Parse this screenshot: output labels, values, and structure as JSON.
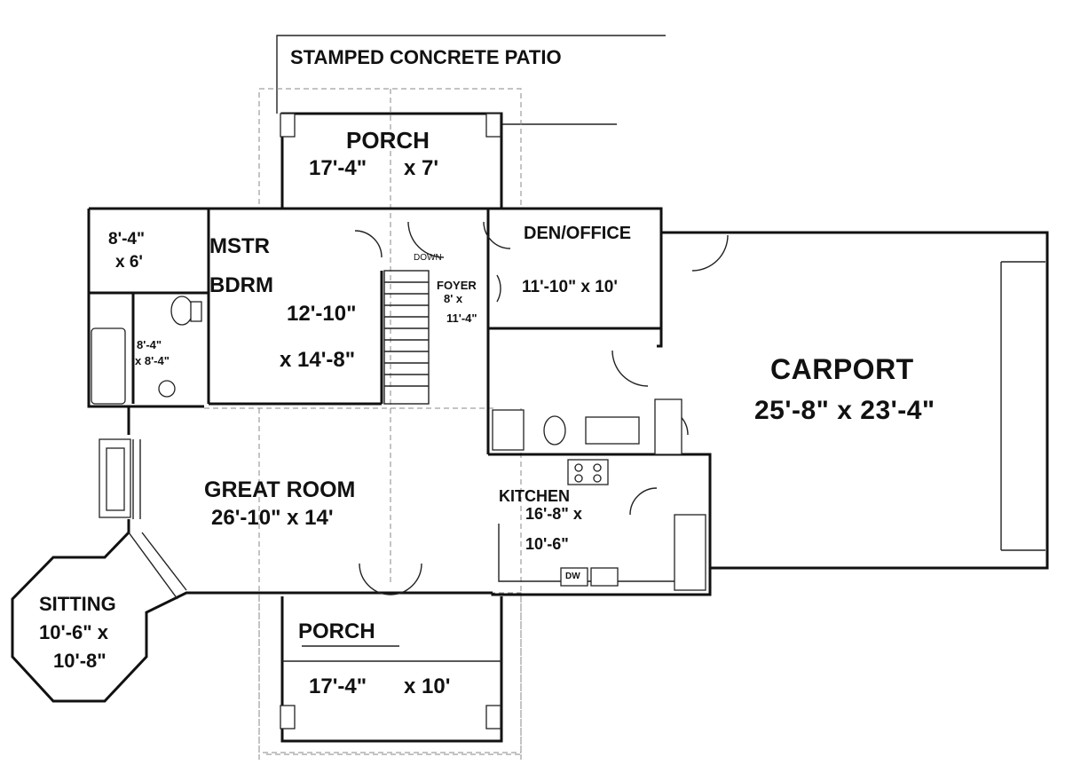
{
  "plan": {
    "patio_label": "STAMPED CONCRETE PATIO",
    "rooms": {
      "porch_top": {
        "name": "PORCH",
        "w": "17'-4\"",
        "d": "x 7'"
      },
      "den": {
        "name": "DEN/OFFICE",
        "size": "11'-10\" x 10'"
      },
      "closet": {
        "w": "8'-4\"",
        "d": "x 6'"
      },
      "master": {
        "name1": "MSTR",
        "name2": "BDRM",
        "w": "12'-10\"",
        "d": "x 14'-8\""
      },
      "bath": {
        "w": "8'-4\"",
        "d": "x 8'-4\""
      },
      "foyer": {
        "name": "FOYER",
        "w": "8' x",
        "d": "11'-4\""
      },
      "down": "DOWN",
      "carport": {
        "name": "CARPORT",
        "size": "25'-8\" x 23'-4\""
      },
      "great_room": {
        "name": "GREAT ROOM",
        "size": "26'-10\" x 14'"
      },
      "kitchen": {
        "name": "KITCHEN",
        "w": "16'-8\" x",
        "d": "10'-6\""
      },
      "sitting": {
        "name": "SITTING",
        "w": "10'-6\" x",
        "d": "10'-8\""
      },
      "porch_bottom": {
        "name": "PORCH",
        "w": "17'-4\"",
        "d": "x 10'"
      },
      "dw": "DW"
    }
  }
}
